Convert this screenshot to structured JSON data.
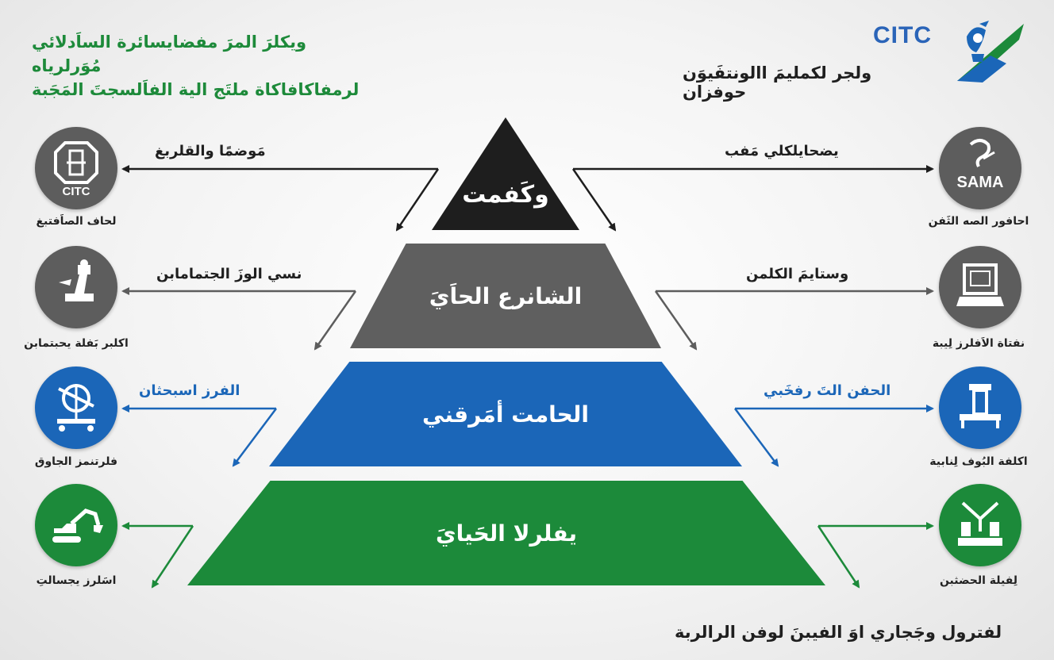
{
  "header": {
    "title_line1": "ويكلرَ المرَ مفضايسائرة الساَدلائي مُوَرلرياه",
    "title_line2": "لرمفاكافاكاة ملتَج الية الفاَلسجتَ المَجَبة"
  },
  "logo": {
    "text": "CITC",
    "subtitle": "ولجر لكمليمَ االونتفَيوَن حوفزان"
  },
  "pyramid": [
    {
      "label": "وكَفمت",
      "color": "#1e1e1e"
    },
    {
      "label": "الشانرع الحاَيَ",
      "color": "#5f5f5f"
    },
    {
      "label": "الحامت أمَرقني",
      "color": "#1b66b8"
    },
    {
      "label": "يفلرلا الحَيايَ",
      "color": "#1c8a3a"
    }
  ],
  "left": [
    {
      "label": "مَوضمًا والقلربغ",
      "icon": "citc-emblem-icon",
      "icon_text": "CITC",
      "caption": "لحاف الصاَفتبغ",
      "color": "#5d5d5d"
    },
    {
      "label": "نسي الوزَ الجتمامابن",
      "icon": "robot-arm-icon",
      "caption": "اكلبر بَفلة يحبتمابن",
      "color": "#5d5d5d"
    },
    {
      "label": "الفرز اسبحثان",
      "icon": "survey-device-icon",
      "caption": "فلرتنمز الجاوق",
      "color": "#1b66b8"
    },
    {
      "label": "",
      "icon": "excavator-icon",
      "caption": "اسَلرز يجسالتِ",
      "color": "#1c8a3a"
    }
  ],
  "right": [
    {
      "label": "يضحايلكلي مَفب",
      "icon": "sama-emblem-icon",
      "icon_text": "SAMA",
      "caption": "احافور الصه الثَفن",
      "color": "#5d5d5d"
    },
    {
      "label": "وستايمَ الكلمن",
      "icon": "computer-terminal-icon",
      "caption": "نفتاة الاَفلرز لِيبة",
      "color": "#5d5d5d"
    },
    {
      "label": "الحفن التَ رفخَبي",
      "icon": "machine-icon",
      "caption": "اكلفة البُوف لِنابية",
      "color": "#1b66b8"
    },
    {
      "label": "",
      "icon": "industrial-plant-icon",
      "caption": "لِفيلة الحضثبن",
      "color": "#1c8a3a"
    }
  ],
  "footer": {
    "text": "لفترول وجَجاري اوَ الفيبنَ لوفن الرالربة"
  },
  "colors": {
    "green": "#1c8a3a",
    "blue": "#1b66b8",
    "gray": "#5d5d5d",
    "black": "#1e1e1e"
  }
}
